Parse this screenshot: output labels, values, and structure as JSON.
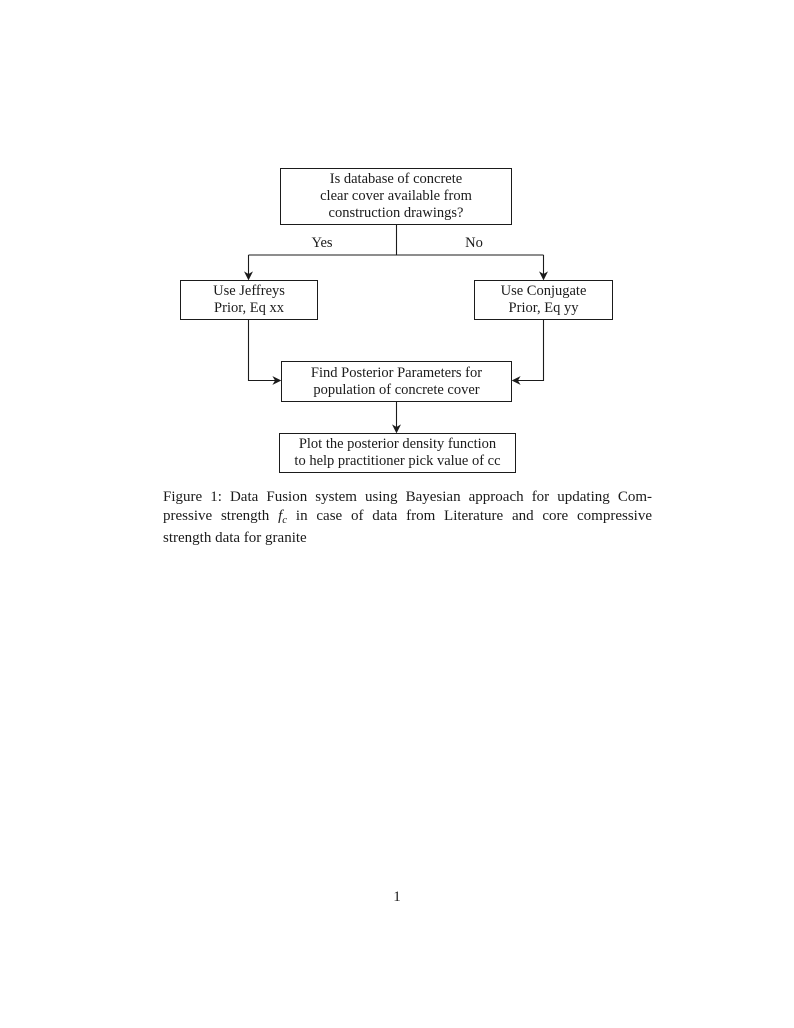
{
  "page": {
    "number": "1"
  },
  "diagram": {
    "line_color": "#1b1b1b",
    "boxes": {
      "start": {
        "lines": [
          "Is database of concrete",
          "clear cover available from",
          "construction drawings?"
        ]
      },
      "jeffreys": {
        "lines": [
          "Use Jeffreys",
          "Prior, Eq xx"
        ]
      },
      "conjugate": {
        "lines": [
          "Use Conjugate",
          "Prior, Eq yy"
        ]
      },
      "posterior": {
        "lines": [
          "Find Posterior Parameters for",
          "population of concrete cover"
        ]
      },
      "plot": {
        "lines": [
          "Plot the posterior density function",
          "to help practitioner pick value of cc"
        ]
      }
    },
    "edge_labels": {
      "yes": "Yes",
      "no": "No"
    }
  },
  "caption": {
    "line1": "Figure 1: Data Fusion system using Bayesian approach for updating Com-",
    "line2_pre": "pressive strength ",
    "math_f": "f",
    "math_sub": "c",
    "line2_post": " in case of data from Literature and core compressive",
    "line3": "strength data for granite"
  }
}
